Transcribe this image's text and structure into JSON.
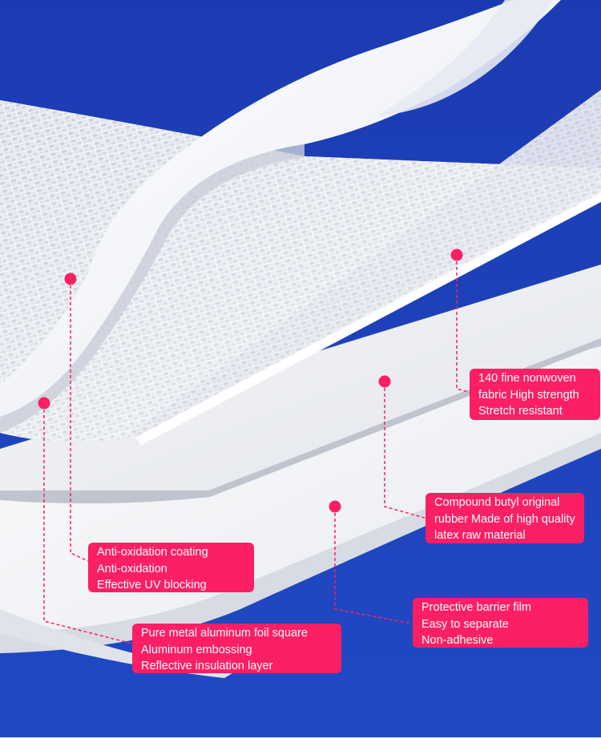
{
  "colors": {
    "background": "#1d3fb8",
    "callout": "#fc1f63",
    "callout_text": "#ffffff",
    "sheet": "#ffffff",
    "texture": "#d3d7e2"
  },
  "callouts": {
    "nonwoven": {
      "lines": [
        "140 fine nonwoven",
        "fabric High strength",
        "Stretch resistant"
      ]
    },
    "butyl": {
      "lines": [
        "Compound butyl original",
        "rubber Made of high quality",
        "latex raw material"
      ]
    },
    "coating": {
      "lines": [
        "Anti-oxidation coating",
        "Anti-oxidation",
        "Effective UV blocking"
      ]
    },
    "barrier": {
      "lines": [
        "Protective barrier film",
        "Easy to separate",
        "Non-adhesive"
      ]
    },
    "foil": {
      "lines": [
        "Pure metal aluminum foil square",
        "Aluminum embossing",
        "Reflective insulation layer"
      ]
    }
  }
}
